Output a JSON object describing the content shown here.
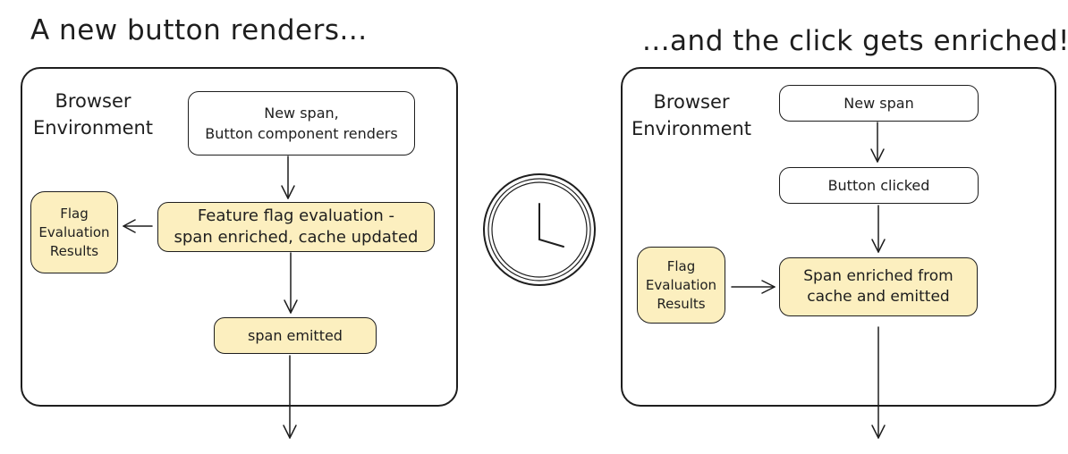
{
  "left": {
    "title": "A new button renders...",
    "environment_label": "Browser\nEnvironment",
    "nodes": {
      "new_span": "New span,\nButton component renders",
      "flag_evaluation": "Feature flag evaluation -\nspan enriched, cache updated",
      "flag_results": "Flag\nEvaluation\nResults",
      "span_emitted": "span emitted"
    }
  },
  "right": {
    "title": "...and the click gets enriched!",
    "environment_label": "Browser\nEnvironment",
    "nodes": {
      "new_span": "New span",
      "button_clicked": "Button clicked",
      "flag_results": "Flag\nEvaluation\nResults",
      "span_enriched": "Span enriched from\ncache and emitted"
    }
  },
  "colors": {
    "highlight_fill": "#fcefbf",
    "stroke": "#1e1e1e"
  },
  "icons": {
    "clock": "clock-icon"
  }
}
